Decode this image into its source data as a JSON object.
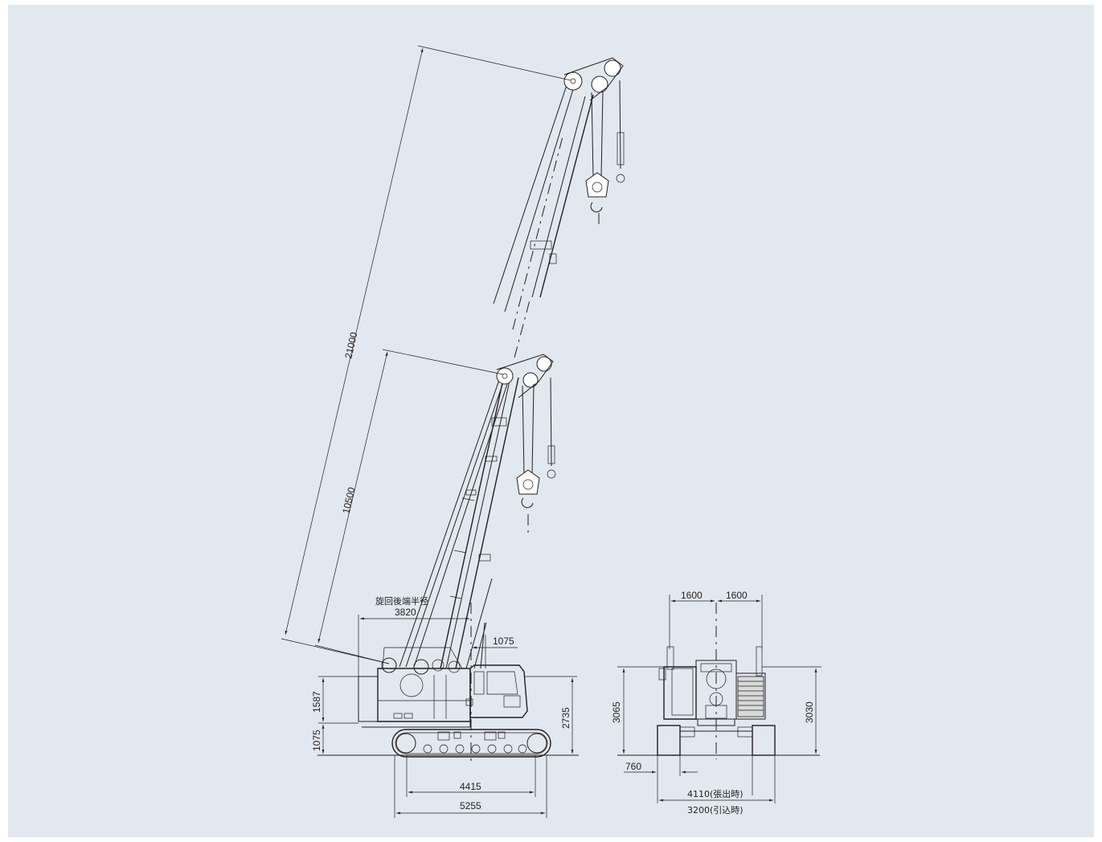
{
  "colors": {
    "background": "#e2e8ef",
    "line": "#231f20"
  },
  "dimensions": {
    "boom_long": "21000",
    "boom_short": "10500",
    "tail_radius_label": "旋回後端半径",
    "tail_radius": "3820",
    "front_offset": "1075",
    "upper_height": "1587",
    "track_height": "1075",
    "overall_height": "2735",
    "tumbler_distance": "4415",
    "track_length": "5255",
    "rear_half_left": "1600",
    "rear_half_right": "1600",
    "rear_height_left": "3065",
    "rear_height_right": "3030",
    "shoe_width": "760",
    "gauge_extended": "4110(張出時)",
    "gauge_retracted": "3200(引込時)"
  }
}
